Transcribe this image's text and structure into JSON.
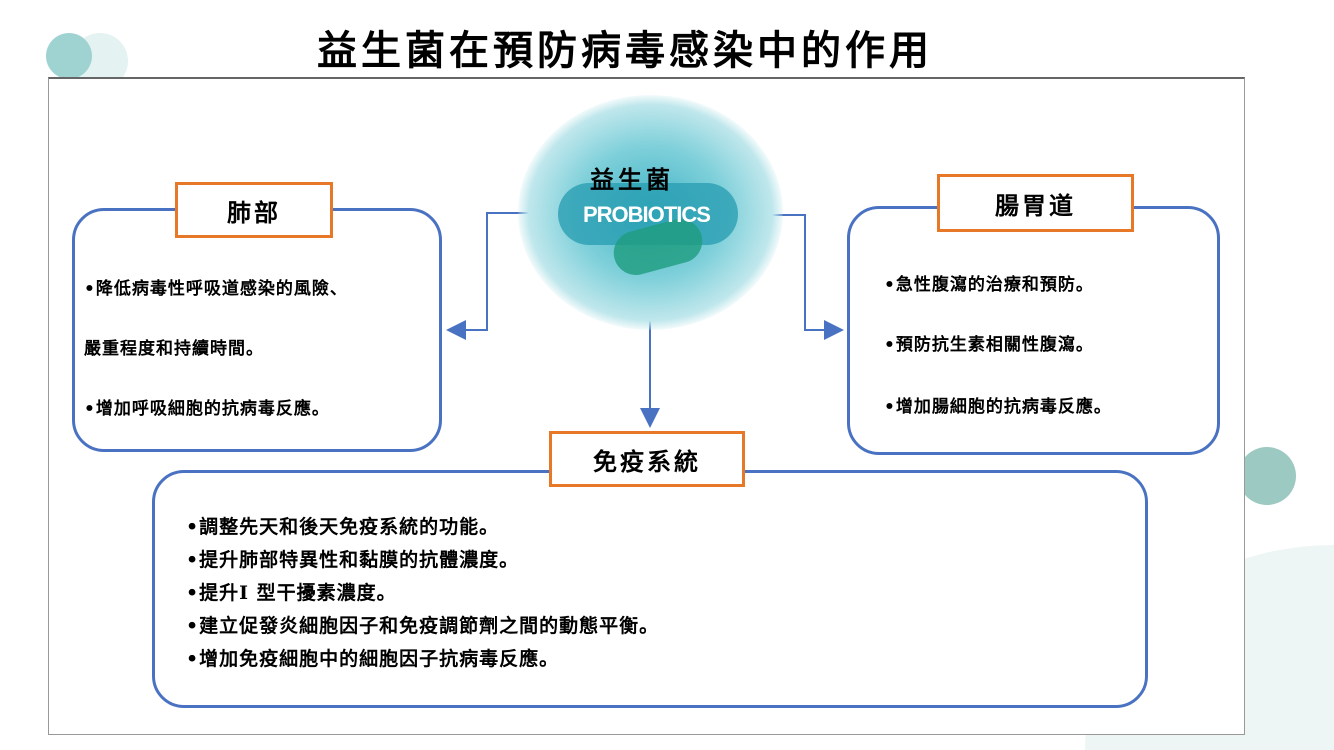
{
  "title": "益生菌在預防病毒感染中的作用",
  "center": {
    "label_zh": "益生菌",
    "label_en": "PROBIOTICS"
  },
  "lung": {
    "label": "肺部",
    "items": [
      "•降低病毒性呼吸道感染的風險、",
      "嚴重程度和持續時間。",
      "•增加呼吸細胞的抗病毒反應。"
    ]
  },
  "gut": {
    "label": "腸胃道",
    "items": [
      "•急性腹瀉的治療和預防。",
      "•預防抗生素相關性腹瀉。",
      "•增加腸細胞的抗病毒反應。"
    ]
  },
  "immune": {
    "label": "免疫系統",
    "items": [
      "•調整先天和後天免疫系統的功能。",
      "•提升肺部特異性和黏膜的抗體濃度。",
      "•提升I 型干擾素濃度。",
      "•建立促發炎細胞因子和免疫調節劑之間的動態平衡。",
      "•增加免疫細胞中的細胞因子抗病毒反應。"
    ]
  },
  "colors": {
    "box_border": "#4a72c2",
    "label_border": "#e67828",
    "accent": "#9fd3d1"
  }
}
